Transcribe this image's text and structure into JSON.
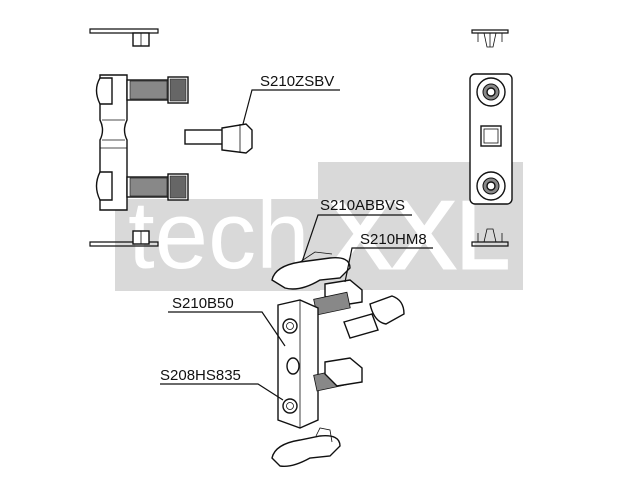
{
  "watermark": {
    "text_left": "tech",
    "text_right": "XXL",
    "band_color": "#d9d9d9"
  },
  "labels": {
    "zsbv": "S210ZSBV",
    "abbvs": "S210ABBVS",
    "hm8": "S210HM8",
    "b50": "S210B50",
    "hs835": "S208HS835"
  },
  "colors": {
    "line": "#111111",
    "thread_fill": "#888888",
    "paper": "#ffffff"
  }
}
